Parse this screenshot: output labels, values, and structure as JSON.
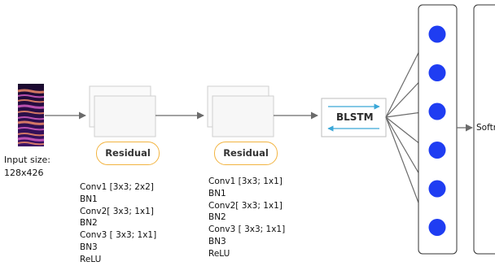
{
  "input": {
    "label_line1": "Input size:",
    "label_line2": "128x426"
  },
  "block1": {
    "label": "Residual",
    "layers": [
      "Conv1 [3x3; 2x2]",
      "BN1",
      "Conv2[ 3x3; 1x1]",
      "BN2",
      "Conv3 [ 3x3; 1x1]",
      "BN3",
      "ReLU"
    ]
  },
  "block2": {
    "label": "Residual",
    "layers": [
      "Conv1 [3x3; 1x1]",
      "BN1",
      "Conv2[ 3x3; 1x1]",
      "BN2",
      "Conv3 [ 3x3; 1x1]",
      "BN3",
      "ReLU"
    ]
  },
  "blstm": {
    "label": "BLSTM"
  },
  "output": {
    "label": "Softm",
    "node_count": 6
  },
  "colors": {
    "node": "#1f3df2",
    "arrow": "#6b6b6b",
    "pill_border": "#f2b441",
    "blstm_arrow": "#3aa7d8",
    "spectrogram_bg": "#2a0d4a",
    "spectrogram_band": "#d45ec2"
  }
}
